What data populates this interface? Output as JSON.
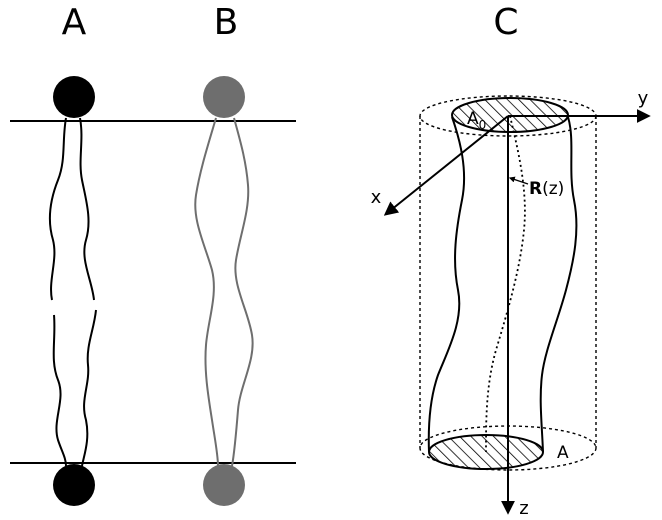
{
  "panels": {
    "a": {
      "label": "A"
    },
    "b": {
      "label": "B"
    },
    "c": {
      "label": "C"
    }
  },
  "axes": {
    "x": "x",
    "y": "y",
    "z": "z"
  },
  "annotations": {
    "top_area_main": "A",
    "top_area_sub": "0",
    "radius_bold": "R",
    "radius_arg": "(z)",
    "bottom_area": "A"
  },
  "colors": {
    "strand_a": "#000000",
    "strand_b": "#6e6e6e",
    "bead_b": "#6e6e6e"
  }
}
